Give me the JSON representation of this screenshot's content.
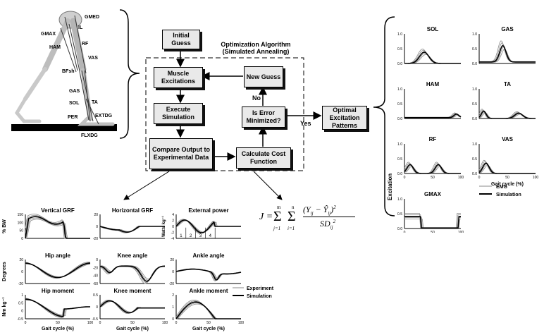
{
  "muscle_labels": [
    "GMED",
    "IL",
    "GMAX",
    "RF",
    "HAM",
    "VAS",
    "BFsh",
    "GAS",
    "TA",
    "SOL",
    "EXTDG",
    "PER",
    "FLXDG"
  ],
  "algorithm": {
    "title_line1": "Optimization Algorithm",
    "title_line2": "(Simulated Annealing)",
    "boxes": {
      "initial_guess": "Initial Guess",
      "muscle_excitations": "Muscle Excitations",
      "execute_simulation": "Execute Simulation",
      "compare_output": "Compare Output to Experimental Data",
      "calculate_cost": "Calculate Cost Function",
      "is_error": "Is Error Minimized?",
      "new_guess": "New Guess",
      "optimal_patterns": "Optimal Excitation Patterns"
    },
    "no_label": "No",
    "yes_label": "Yes"
  },
  "equation": {
    "lhs": "J =",
    "sum1_top": "m",
    "sum1_bot": "j=1",
    "sum2_top": "n",
    "sum2_bot": "i=1",
    "numerator": "(Y",
    "numerator_sub": "ij",
    "minus": " − Ŷ",
    "numerator_sub2": "ij",
    "numerator_close": ")",
    "numerator_exp": "2",
    "denominator": "SD",
    "denominator_sub": "ij",
    "denominator_exp": "2"
  },
  "excitation_panel": {
    "ylabel": "Excitation",
    "xlabel": "Gait cycle (%)",
    "legend": [
      "EMG",
      "Simulation"
    ],
    "muscles": [
      "SOL",
      "GAS",
      "HAM",
      "TA",
      "RF",
      "VAS",
      "GMAX"
    ],
    "yticks": [
      "0.0",
      "0.5",
      "1.0"
    ],
    "xticks": [
      "0",
      "50",
      "100"
    ]
  },
  "kinematics_panel": {
    "plots": [
      {
        "title": "Vertical GRF",
        "yticks": [
          "150",
          "100",
          "50",
          "0"
        ]
      },
      {
        "title": "Horizontal GRF",
        "yticks": [
          "20",
          "0",
          "-20"
        ]
      },
      {
        "title": "External power",
        "yticks": [
          "4",
          "2",
          "0",
          "-2",
          "-4"
        ],
        "phase_labels": [
          "1",
          "2",
          "3",
          "4"
        ]
      },
      {
        "title": "Hip angle",
        "yticks": [
          "20",
          "0",
          "-20"
        ]
      },
      {
        "title": "Knee angle",
        "yticks": [
          "0",
          "-20",
          "-40",
          "-60"
        ]
      },
      {
        "title": "Ankle angle",
        "yticks": [
          "20",
          "0",
          "-20"
        ]
      },
      {
        "title": "Hip moment",
        "yticks": [
          "1",
          "0.5",
          "0",
          "-0.5"
        ]
      },
      {
        "title": "Knee moment",
        "yticks": [
          "0.5",
          "0",
          "-0.5"
        ]
      },
      {
        "title": "Ankle moment",
        "yticks": [
          "2",
          "1",
          "0"
        ]
      }
    ],
    "row_ylabels": [
      "% BW",
      "Degrees",
      "Nm kg⁻¹"
    ],
    "power_ylabel": "Watts kg⁻¹",
    "xlabel": "Gait cycle (%)",
    "xticks": [
      "0",
      "50",
      "100"
    ],
    "legend": [
      "Experiment",
      "Simulation"
    ]
  },
  "colors": {
    "experiment": "#8a8a8a",
    "simulation": "#000000",
    "box_fill": "#e9e9e9"
  }
}
